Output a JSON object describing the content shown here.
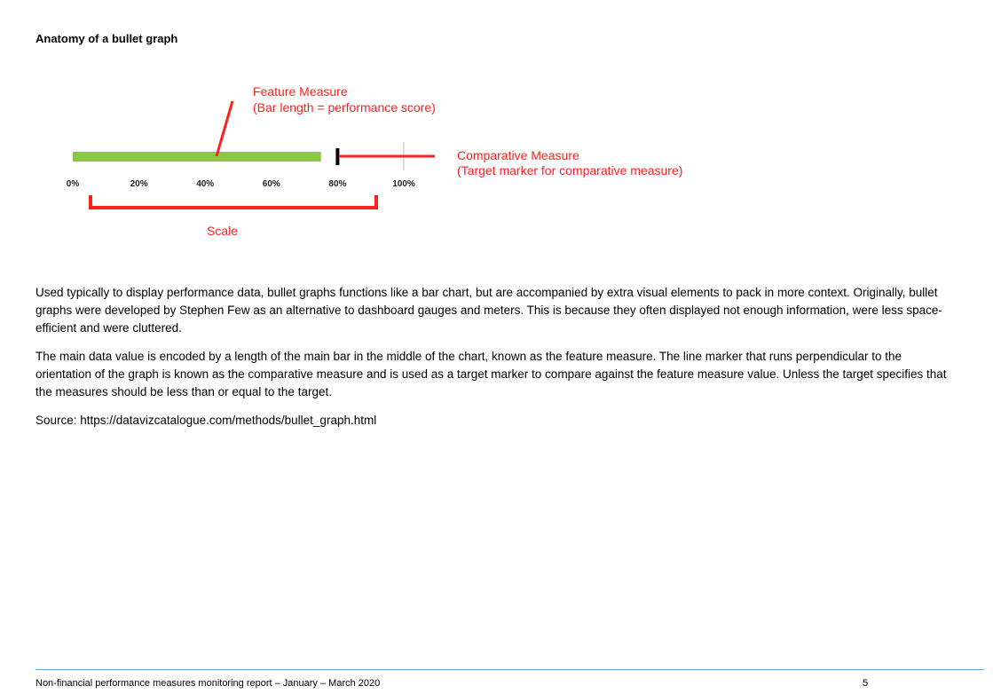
{
  "page": {
    "title": "Anatomy of a bullet graph"
  },
  "diagram": {
    "feature_label_1": "Feature Measure",
    "feature_label_2": "(Bar length = performance score)",
    "comparative_label_1": "Comparative Measure",
    "comparative_label_2": "(Target marker for comparative measure)",
    "scale_label": "Scale",
    "colors": {
      "bar": "#8dc63f",
      "annotation": "#ff2020",
      "target": "#000000"
    }
  },
  "chart_data": {
    "type": "bar",
    "orientation": "horizontal",
    "feature_measure": 75,
    "target": 80,
    "xlim": [
      0,
      100
    ],
    "ticks": [
      "0%",
      "20%",
      "40%",
      "60%",
      "80%",
      "100%"
    ],
    "tick_values": [
      0,
      20,
      40,
      60,
      80,
      100
    ]
  },
  "body": {
    "paragraphs": [
      "Used typically to display performance data, bullet graphs functions like a bar chart, but are accompanied by extra visual elements to pack in more context. Originally, bullet graphs were developed by Stephen Few as an alternative to dashboard gauges and meters. This is because they often displayed not enough information, were less space-efficient and were cluttered.",
      "The main data value is encoded by a length of the main bar in the middle of the chart, known as the feature measure. The line marker that runs perpendicular to the orientation of the graph is known as the comparative measure and is used as a target marker to compare against the feature measure value. Unless the target specifies that the measures should be less than or equal to the target.",
      "Source: https://datavizcatalogue.com/methods/bullet_graph.html"
    ]
  },
  "footer": {
    "text": "Non-financial performance measures monitoring report – January – March 2020",
    "page_number": "5"
  }
}
